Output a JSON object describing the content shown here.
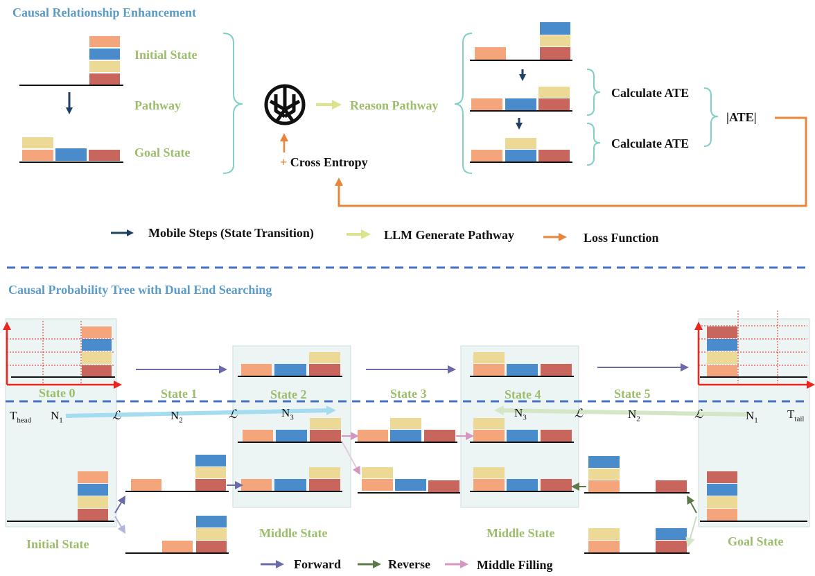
{
  "colors": {
    "orange": "#f4a57c",
    "blue": "#4a8ccb",
    "yellow": "#ecd996",
    "red": "#c8665e",
    "teal": "#7fcfc6",
    "navy": "#1f3f63",
    "llm_yellow": "#dde38c",
    "loss_orange": "#e8853b",
    "forward": "#6b6aa9",
    "reverse": "#5b7a47",
    "middle_fill": "#d597c2",
    "axis_red": "#e8281e",
    "divider": "#4472c4",
    "panel": "#edf4f4",
    "label_green": "#9cbd6a",
    "title_blue": "#5b9bc8"
  },
  "top": {
    "title": "Causal Relationship Enhancement",
    "initial_state": "Initial State",
    "pathway": "Pathway",
    "goal_state": "Goal State",
    "reason_pathway": "Reason Pathway",
    "cross_entropy_plus": "+",
    "cross_entropy": "Cross Entropy",
    "calculate_ate_1": "Calculate ATE",
    "calculate_ate_2": "Calculate ATE",
    "abs_ate": "|ATE|",
    "llm_icon": "openai-logo-icon"
  },
  "legend_top": {
    "mobile_steps": "Mobile Steps (State Transition)",
    "llm_generate": "LLM Generate Pathway",
    "loss_function": "Loss Function"
  },
  "bottom": {
    "title": "Causal Probability Tree with Dual End Searching",
    "state_labels": [
      "State 0",
      "State 1",
      "State 2",
      "State 3",
      "State 4",
      "State 5"
    ],
    "t_head": "T",
    "t_head_sub": "head",
    "t_tail": "T",
    "t_tail_sub": "tail",
    "n1": "N",
    "n1_sub": "1",
    "n2": "N",
    "n2_sub": "2",
    "n3": "N",
    "n3_sub": "3",
    "loss_symbol": "ℒ",
    "initial_state": "Initial State",
    "middle_state_1": "Middle State",
    "middle_state_2": "Middle State",
    "goal_state": "Goal State"
  },
  "legend_bottom": {
    "forward": "Forward",
    "reverse": "Reverse",
    "middle_filling": "Middle Filling"
  }
}
